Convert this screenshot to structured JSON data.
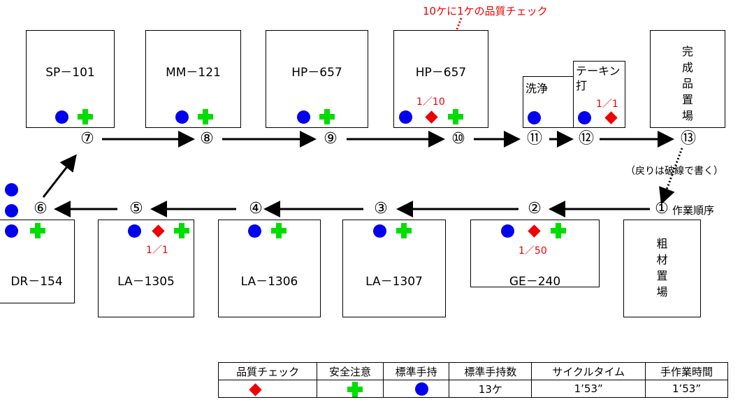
{
  "header_note": "10ケに1ケの品質チェック",
  "return_note": "（戻りは破線で書く）",
  "start_label": "作業順序",
  "machines": {
    "m1": "粗\n材\n置\n場",
    "m2": "GE－240",
    "m3": "LA－1307",
    "m4": "LA－1306",
    "m5": "LA－1305",
    "m6": "DR－154",
    "m7": "SP－101",
    "m8": "MM－121",
    "m9": "HP－657",
    "m10": "HP－657",
    "m11": "洗浄",
    "m12": "テーキン\n打",
    "m13": "完\n成\n品\n置\n場"
  },
  "ratios": {
    "m2": "1／50",
    "m5": "1／1",
    "m10": "1／10",
    "m12": "1／1"
  },
  "steps": [
    "①",
    "②",
    "③",
    "④",
    "⑤",
    "⑥",
    "⑦",
    "⑧",
    "⑨",
    "⑩",
    "⑪",
    "⑫",
    "⑬"
  ],
  "legend": {
    "headers": [
      "品質チェック",
      "安全注意",
      "標準手持",
      "標準手持数",
      "サイクルタイム",
      "手作業時間"
    ],
    "values": {
      "std_count": "13ケ",
      "cycle_time": "1’53”",
      "manual_time": "1’53”"
    }
  },
  "colors": {
    "quality": "#ee0000",
    "safety": "#00dd00",
    "stock": "#0000ee"
  },
  "icons": {
    "quality": "red-diamond-icon",
    "safety": "green-cross-icon",
    "stock": "blue-circle-icon"
  }
}
